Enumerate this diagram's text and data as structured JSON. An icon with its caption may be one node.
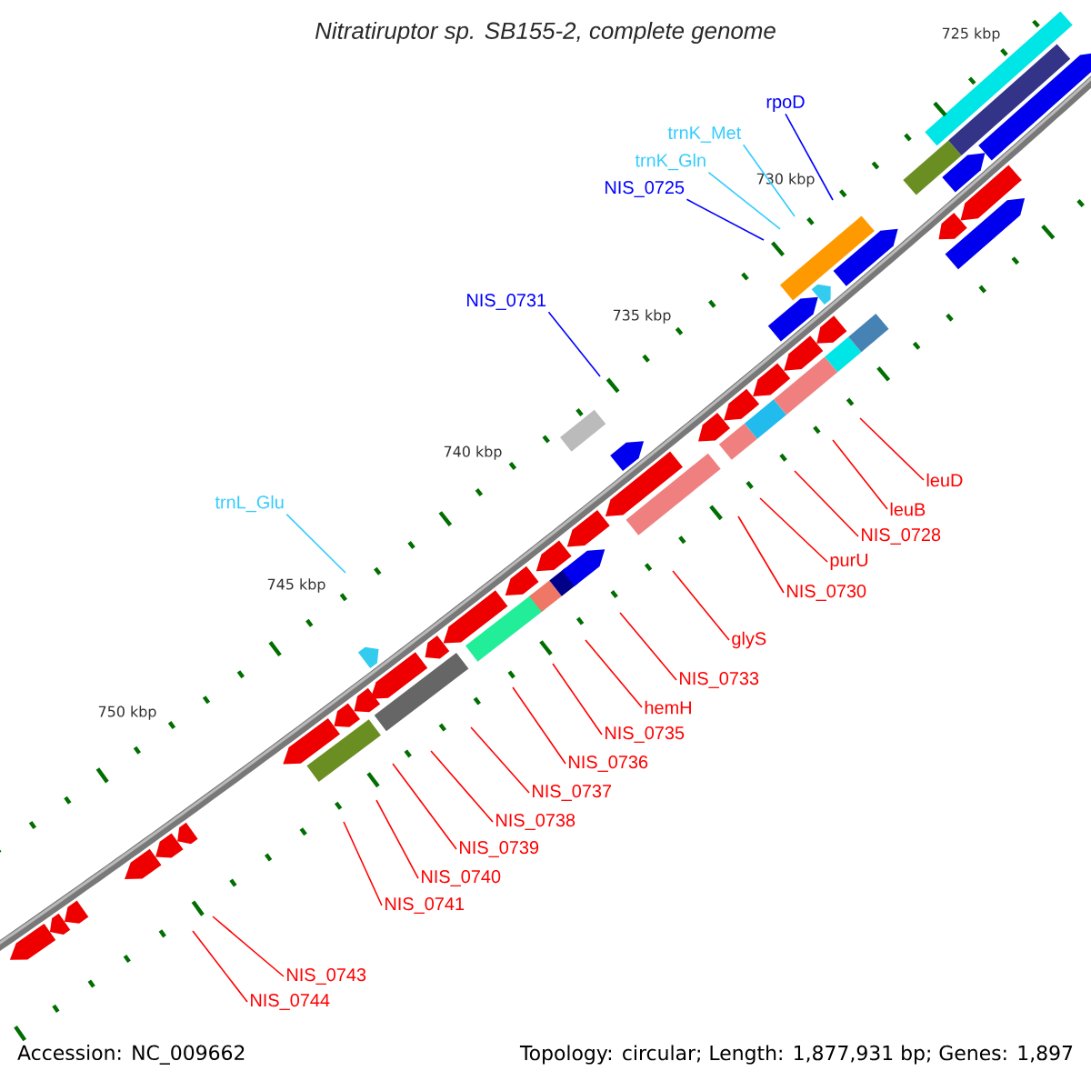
{
  "diagram": {
    "title": "Nitratiruptor sp. SB155-2, complete genome",
    "nodes": [
      {
        "text": [
          "rpoD"
        ]
      },
      {
        "text": [
          "trnK_Met"
        ]
      },
      {
        "text": [
          "trnK_Gln"
        ]
      },
      {
        "text": [
          "NIS_0725"
        ]
      },
      {
        "text": [
          "NIS_0731"
        ]
      },
      {
        "text": [
          "leuD"
        ]
      },
      {
        "text": [
          "leuB"
        ]
      },
      {
        "text": [
          "NIS_0728"
        ]
      },
      {
        "text": [
          "purU"
        ]
      },
      {
        "text": [
          "NIS_0730"
        ]
      },
      {
        "text": [
          "glyS"
        ]
      },
      {
        "text": [
          "trnL_Glu"
        ]
      },
      {
        "text": [
          "NIS_0733"
        ]
      },
      {
        "text": [
          "hemH"
        ]
      },
      {
        "text": [
          "NIS_0735"
        ]
      },
      {
        "text": [
          "NIS_0736"
        ]
      },
      {
        "text": [
          "NIS_0737"
        ]
      },
      {
        "text": [
          "NIS_0738"
        ]
      },
      {
        "text": [
          "NIS_0739"
        ]
      },
      {
        "text": [
          "NIS_0740"
        ]
      },
      {
        "text": [
          "NIS_0741"
        ]
      },
      {
        "text": [
          "NIS_0743"
        ]
      },
      {
        "text": [
          "NIS_0744"
        ]
      }
    ],
    "edges": [
      {
        "from": 0,
        "to": null,
        "arrow": "none",
        "color": "#0000ff"
      },
      {
        "from": 1,
        "to": null,
        "arrow": "none",
        "color": "#33ccff"
      },
      {
        "from": 2,
        "to": null,
        "arrow": "none",
        "color": "#33ccff"
      },
      {
        "from": 3,
        "to": null,
        "arrow": "none",
        "color": "#0000ff"
      },
      {
        "from": 4,
        "to": null,
        "arrow": "none",
        "color": "#0000ff"
      },
      {
        "from": 5,
        "to": null,
        "arrow": "none"
      },
      {
        "from": 6,
        "to": null,
        "arrow": "none"
      },
      {
        "from": 7,
        "to": null,
        "arrow": "none"
      },
      {
        "from": 8,
        "to": null,
        "arrow": "none"
      },
      {
        "from": 9,
        "to": null,
        "arrow": "none"
      },
      {
        "from": 10,
        "to": null,
        "arrow": "none"
      },
      {
        "from": 11,
        "to": null,
        "arrow": "none",
        "color": "#33ccff"
      },
      {
        "from": 12,
        "to": null,
        "arrow": "none"
      },
      {
        "from": 13,
        "to": null,
        "arrow": "none"
      },
      {
        "from": 14,
        "to": null,
        "arrow": "none"
      },
      {
        "from": 15,
        "to": null,
        "arrow": "none"
      },
      {
        "from": 16,
        "to": null,
        "arrow": "none"
      },
      {
        "from": 17,
        "to": null,
        "arrow": "none"
      },
      {
        "from": 18,
        "to": null,
        "arrow": "none"
      },
      {
        "from": 19,
        "to": null,
        "arrow": "none"
      },
      {
        "from": 20,
        "to": null,
        "arrow": "none"
      },
      {
        "from": 21,
        "to": null,
        "arrow": "none"
      },
      {
        "from": 22,
        "to": null,
        "arrow": "none"
      }
    ],
    "labels": [
      "725 kbp",
      "730 kbp",
      "735 kbp",
      "740 kbp",
      "745 kbp",
      "750 kbp",
      "Accession: NC_009662",
      "Topology: circular; Length: 1,877,931 bp; Genes: 1,897"
    ]
  }
}
